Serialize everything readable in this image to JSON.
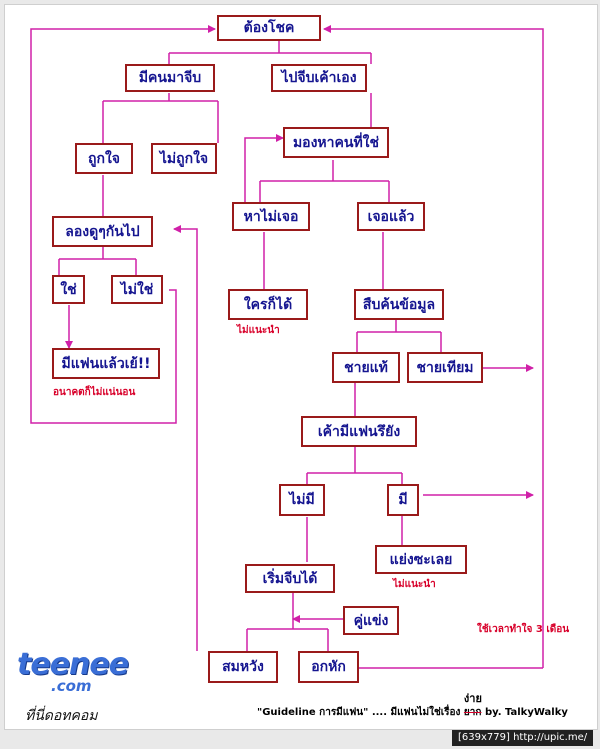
{
  "nodes": {
    "need_luck": "ต้องโชค",
    "someone_courts": "มีคนมาจีบ",
    "go_court": "ไปจีบเค้าเอง",
    "like": "ถูกใจ",
    "dislike": "ไม่ถูกใจ",
    "look_for_one": "มองหาคนที่ใช่",
    "try_dating": "ลองดูๆกันไป",
    "not_found": "หาไม่เจอ",
    "found": "เจอแล้ว",
    "yes": "ใช่",
    "no": "ไม่ใช่",
    "anyone": "ใครก็ได้",
    "investigate": "สืบค้นข้อมูล",
    "real_man": "ชายแท้",
    "fake_man": "ชายเทียม",
    "got_partner": "มีแฟนแล้วเย้!!",
    "has_partner": "เค้ามีแฟนรึยัง",
    "none": "ไม่มี",
    "has": "มี",
    "snatch": "แย่งซะเลย",
    "start_courting": "เริ่มจีบได้",
    "rival": "คู่แข่ง",
    "success": "สมหวัง",
    "heartbreak": "อกหัก"
  },
  "notes": {
    "not_recommended_1": "ไม่แนะนำ",
    "future_uncertain": "อนาคตก็ไม่แน่นอน",
    "not_recommended_2": "ไม่แนะนำ",
    "takes_3_months": "ใช้เวลาทำใจ 3 เดือน"
  },
  "caption": {
    "guideline": "\"Guideline การมีแฟน\" .... มีแฟนไม่ใช่เรื่อง",
    "struck_word": "ยาก",
    "inserted_word": "ง่าย",
    "author": "by. TalkyWalky"
  },
  "logo": {
    "brand": "teenee",
    "domain": ".com",
    "tagline": "ที่นี่ดอทคอม"
  },
  "footer": "[639x779] http://upic.me/",
  "colors": {
    "box_border": "#9a1a1a",
    "box_text": "#151590",
    "line": "#d020a8",
    "note": "#d8002a"
  }
}
